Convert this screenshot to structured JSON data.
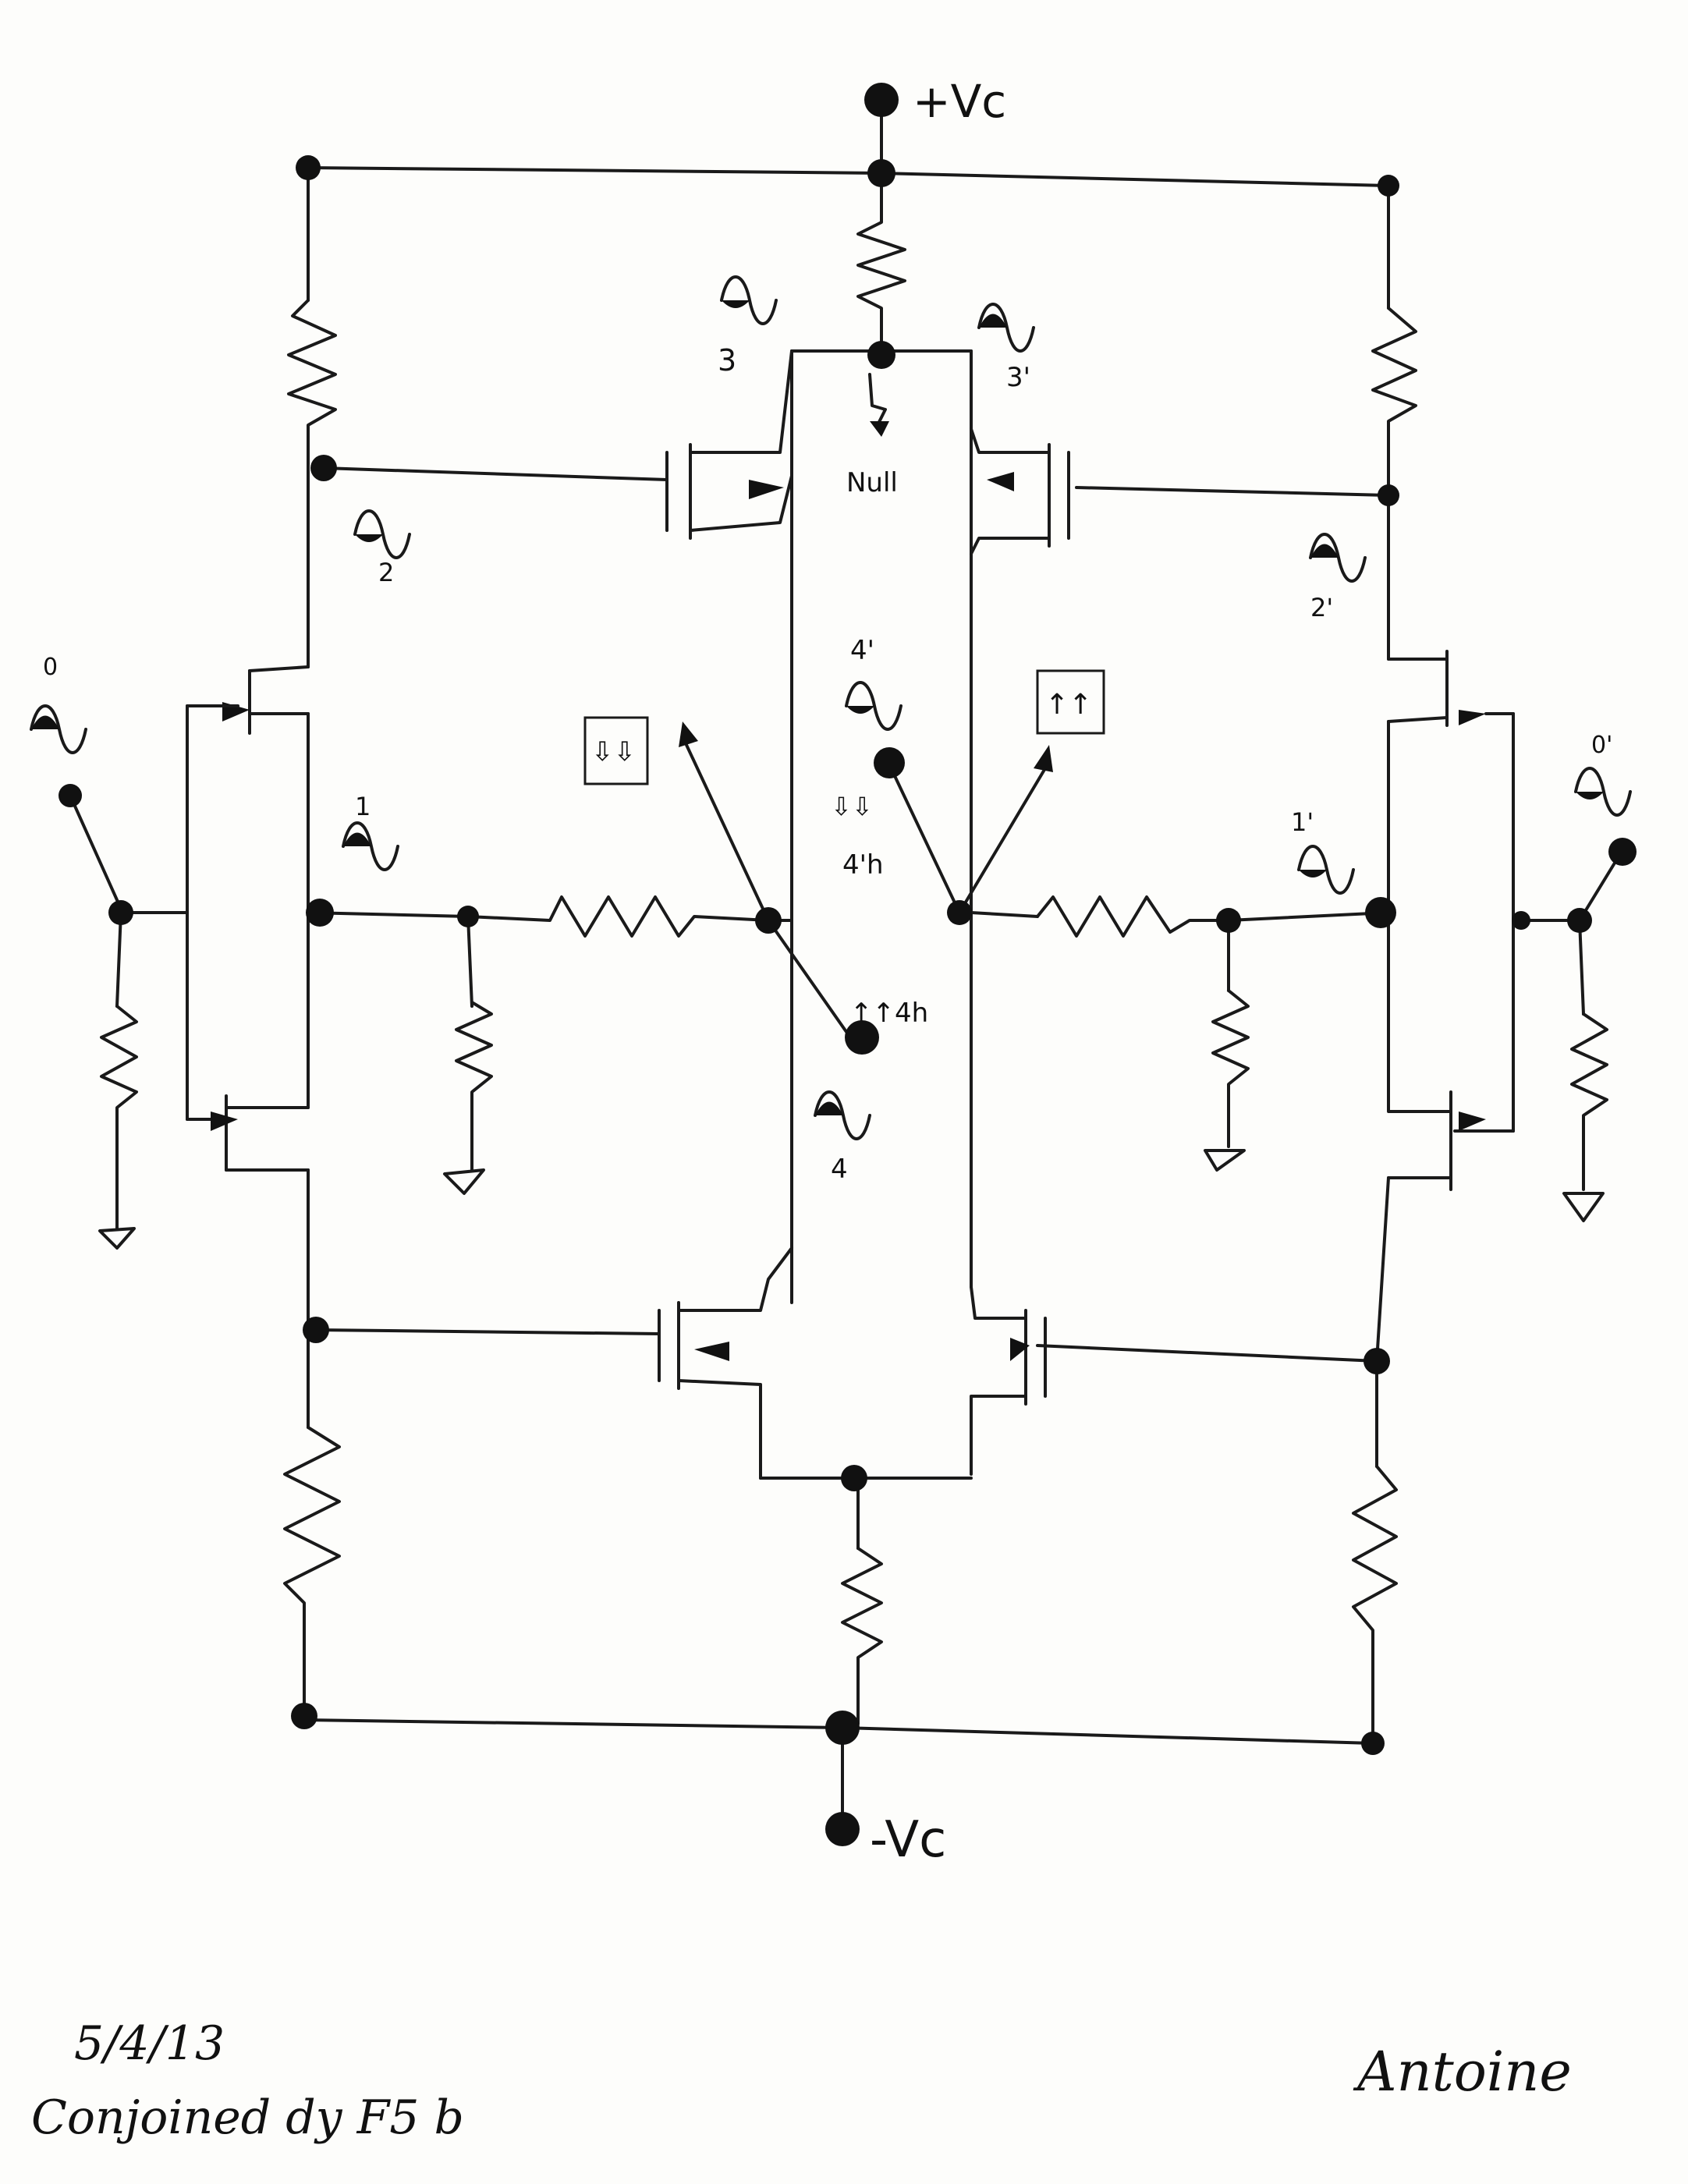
{
  "supply": {
    "positive": "+Vc",
    "negative": "-Vc"
  },
  "center_label": "Null",
  "node_labels": [
    "0",
    "1",
    "2",
    "3",
    "3'",
    "2'",
    "1'",
    "0'",
    "4'",
    "4",
    "4'h",
    "↑↑4h"
  ],
  "spin_box_left": "⇩⇩",
  "spin_box_right": "↑↑",
  "footer": {
    "date": "5/4/13",
    "caption": "Conjoined dy F5 b",
    "signature": "Antoine"
  }
}
